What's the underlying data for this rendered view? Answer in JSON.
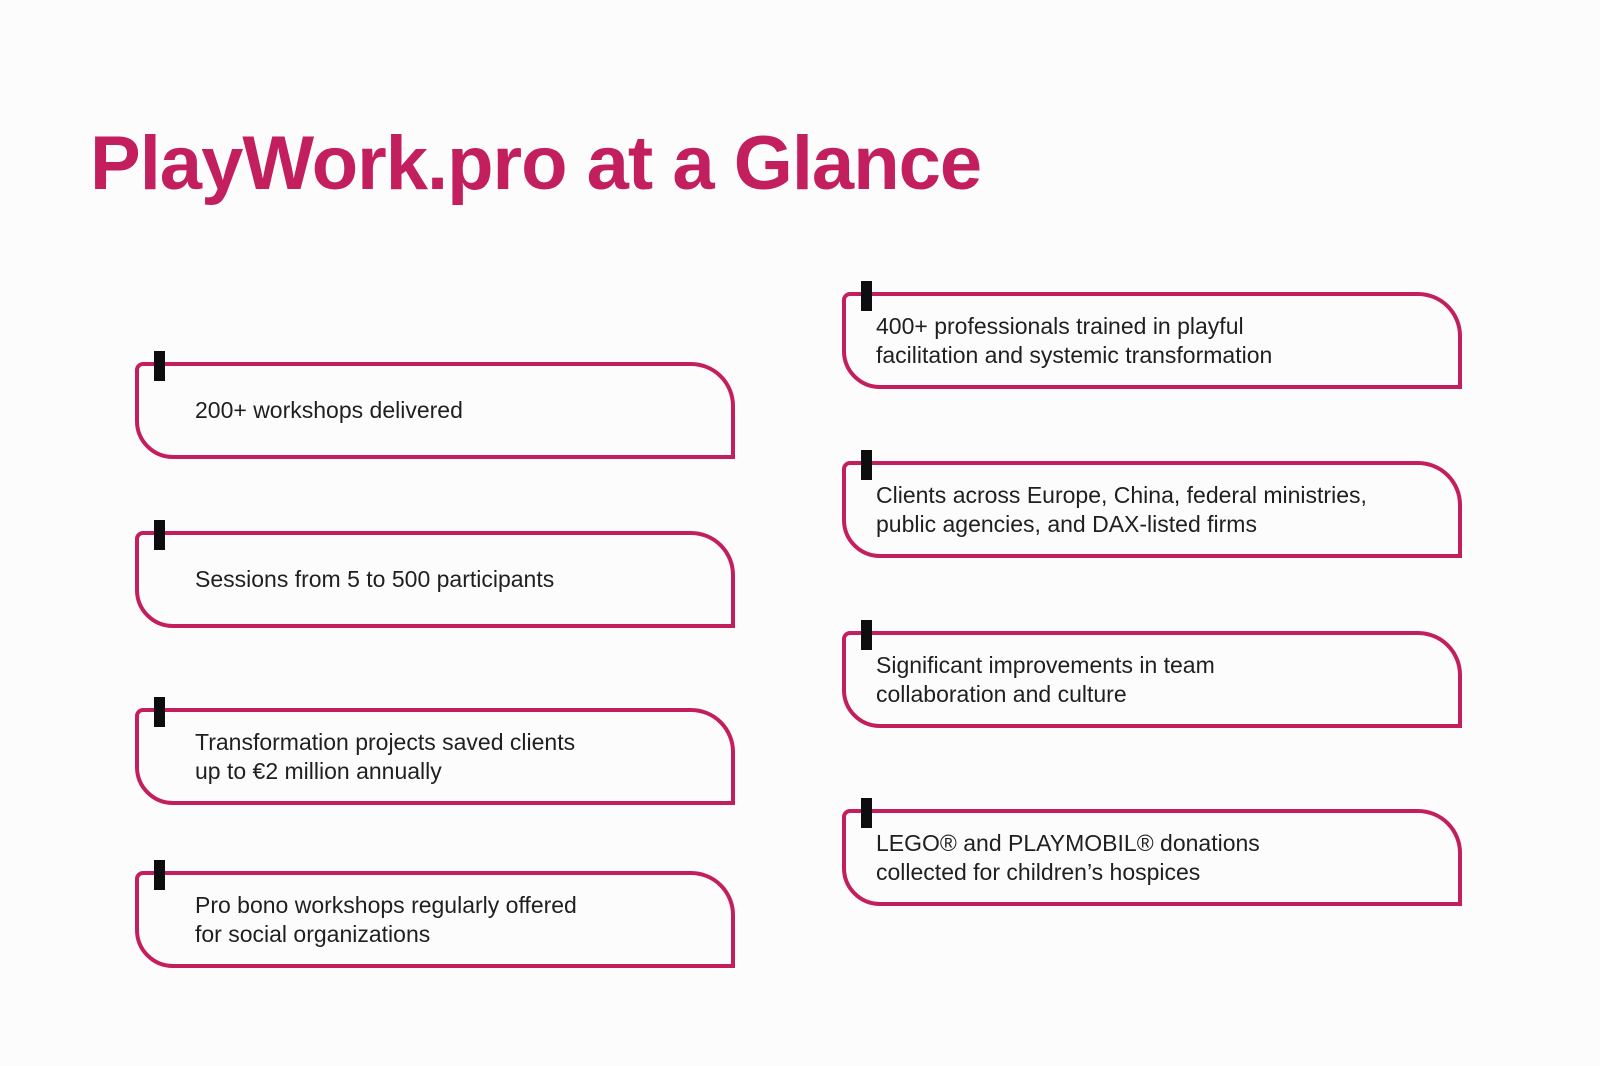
{
  "page": {
    "title": "PlayWork.pro at a Glance",
    "background": "#fcfcfc"
  },
  "colors": {
    "accent": "#c31e5e",
    "tick": "#0d0d0d",
    "text": "#1f1f1f"
  },
  "stats": {
    "left": [
      {
        "text": "200+ workshops delivered"
      },
      {
        "text": "Sessions from 5 to 500 participants"
      },
      {
        "text": "Transformation projects saved clients\nup to €2 million annually"
      },
      {
        "text": "Pro bono workshops regularly offered\nfor social organizations"
      }
    ],
    "right": [
      {
        "text": "400+ professionals trained in playful\nfacilitation and systemic transformation"
      },
      {
        "text": "Clients across Europe, China, federal ministries,\npublic agencies, and DAX-listed firms"
      },
      {
        "text": "Significant improvements in team\ncollaboration and culture"
      },
      {
        "text": "LEGO® and PLAYMOBIL® donations\ncollected for children’s hospices"
      }
    ]
  }
}
